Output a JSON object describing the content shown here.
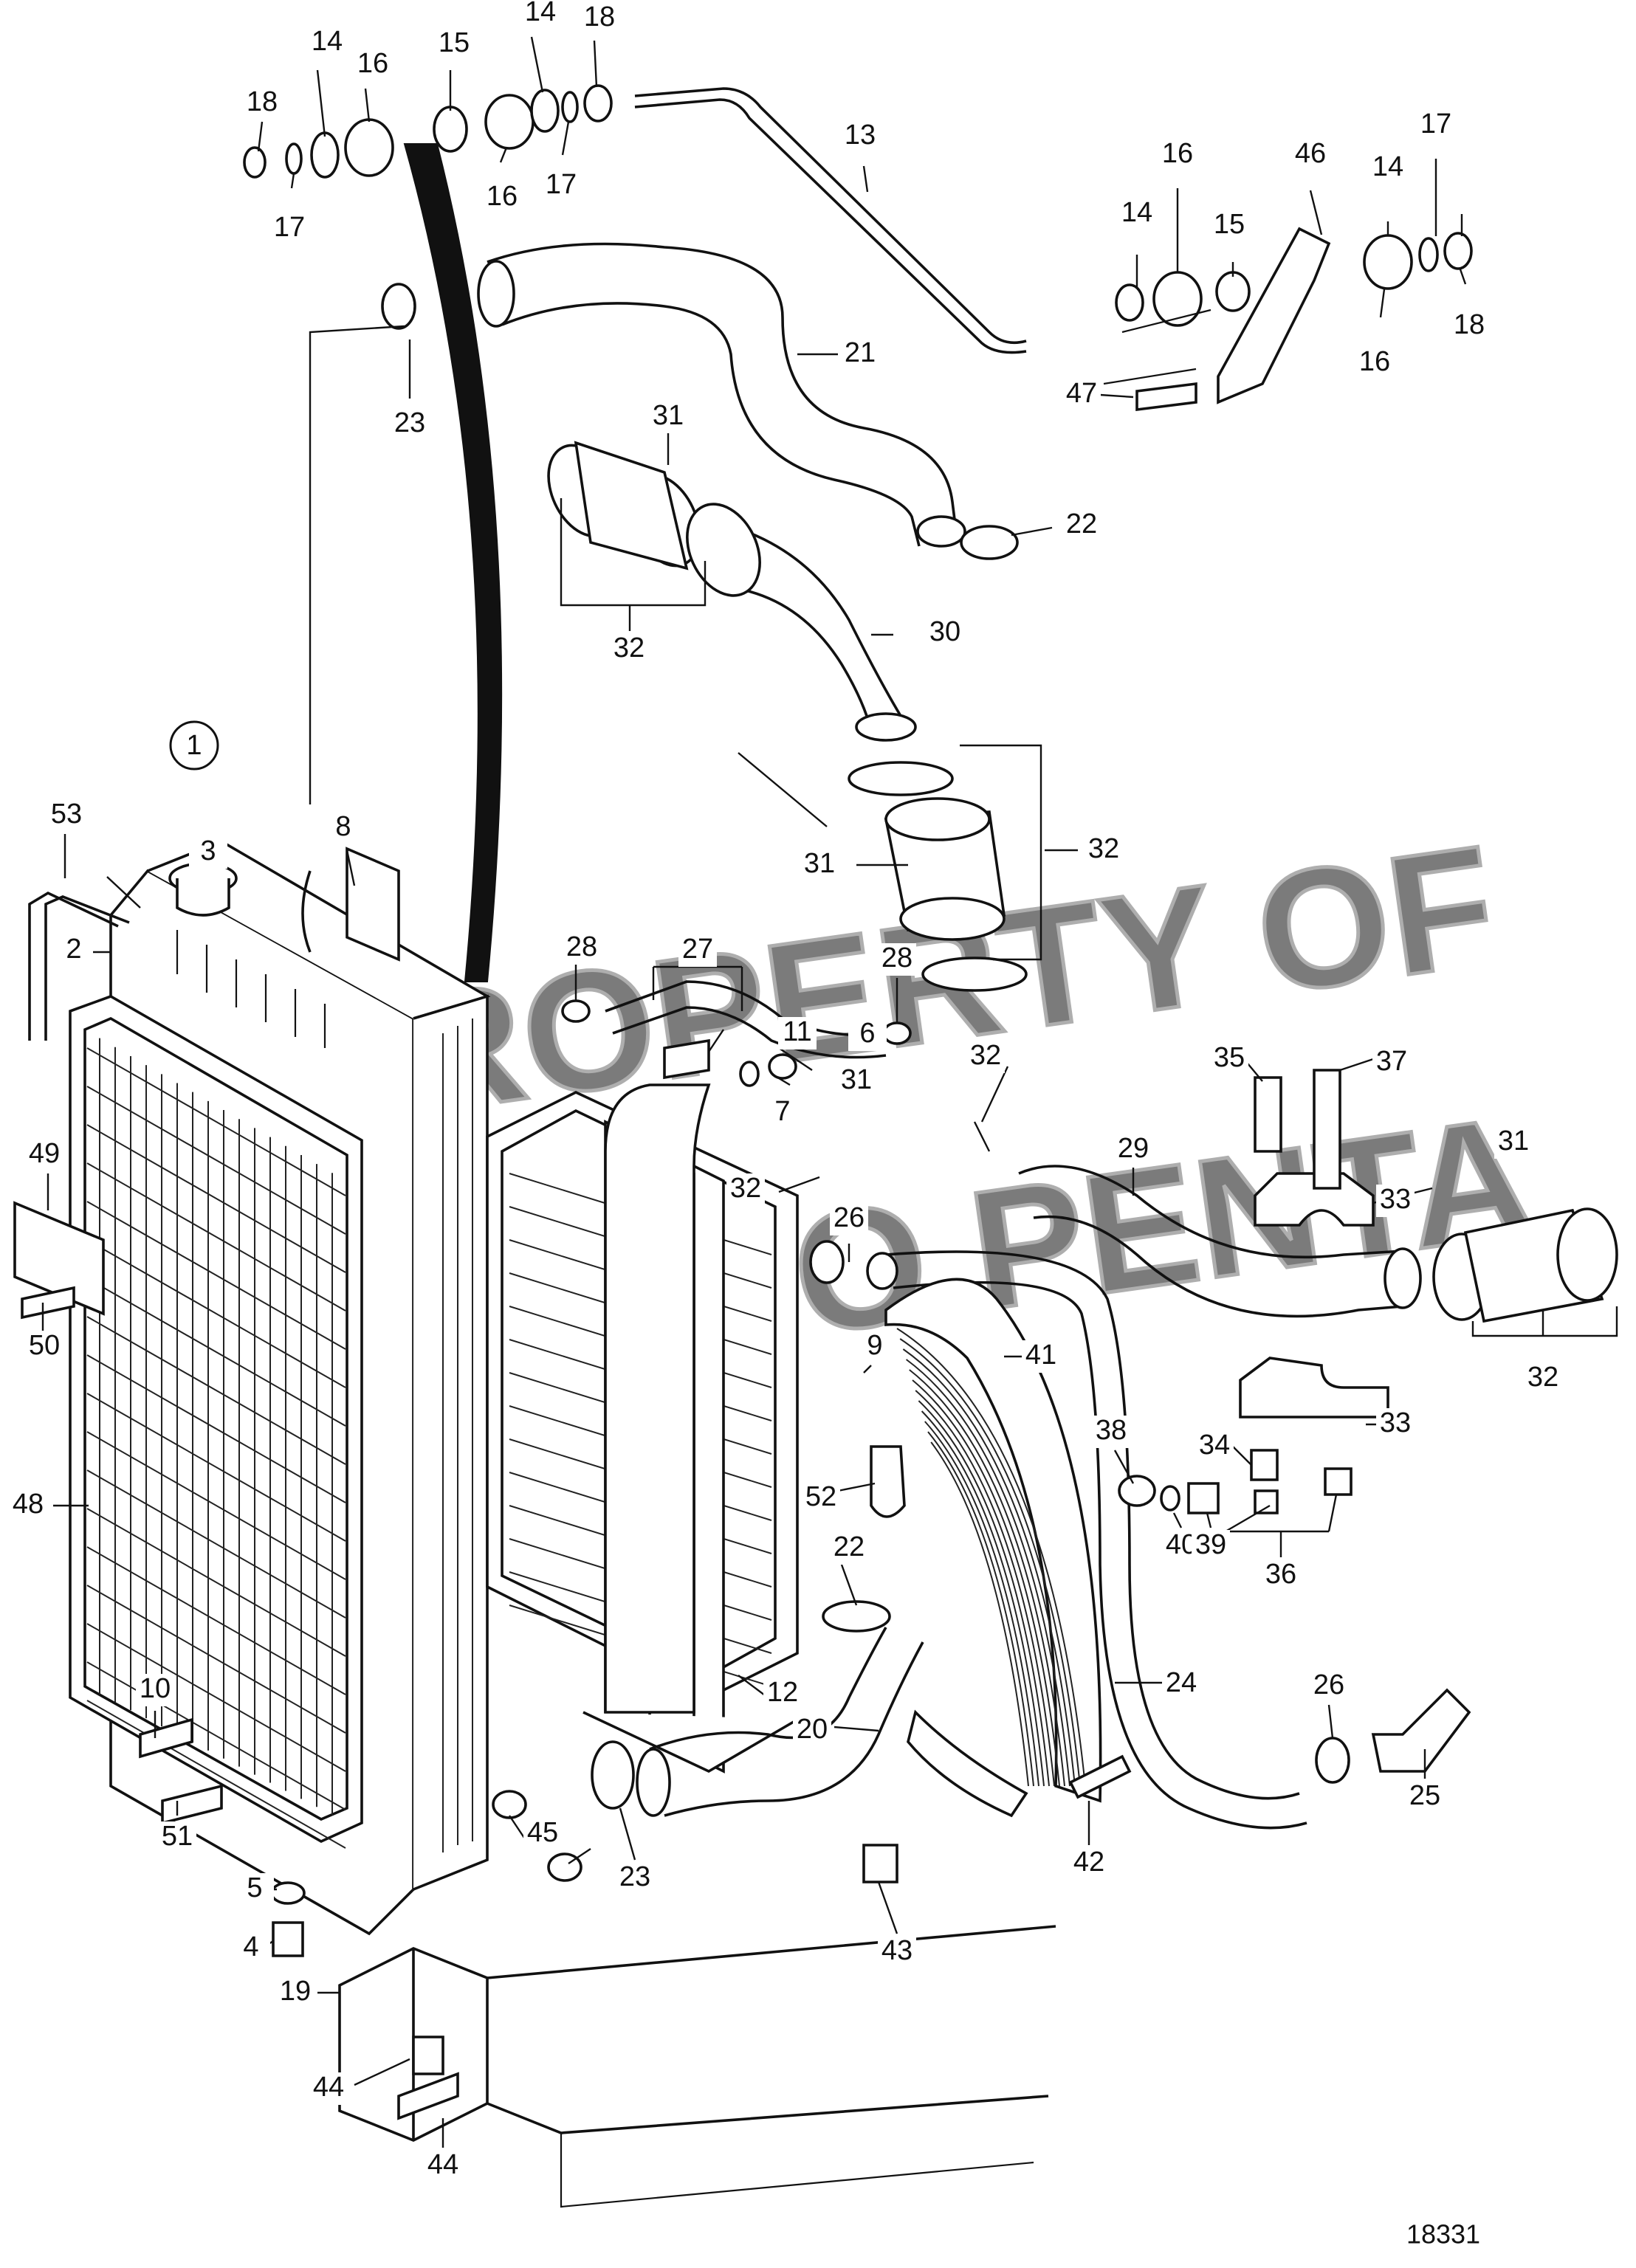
{
  "diagram": {
    "figure_number": "18331",
    "view_marker": "1",
    "watermark_lines": [
      "PROPERTY OF",
      "VOLVO PENTA"
    ]
  },
  "callouts": [
    {
      "id": "c53",
      "text": "53"
    },
    {
      "id": "c3",
      "text": "3"
    },
    {
      "id": "c8",
      "text": "8"
    },
    {
      "id": "c2",
      "text": "2"
    },
    {
      "id": "c49",
      "text": "49"
    },
    {
      "id": "c50",
      "text": "50"
    },
    {
      "id": "c48",
      "text": "48"
    },
    {
      "id": "c10",
      "text": "10"
    },
    {
      "id": "c51",
      "text": "51"
    },
    {
      "id": "c5",
      "text": "5"
    },
    {
      "id": "c4",
      "text": "4"
    },
    {
      "id": "c19",
      "text": "19"
    },
    {
      "id": "c44a",
      "text": "44"
    },
    {
      "id": "c44b",
      "text": "44"
    },
    {
      "id": "c45",
      "text": "45"
    },
    {
      "id": "c23b",
      "text": "23"
    },
    {
      "id": "c20",
      "text": "20"
    },
    {
      "id": "c12",
      "text": "12"
    },
    {
      "id": "c43",
      "text": "43"
    },
    {
      "id": "c42",
      "text": "42"
    },
    {
      "id": "c22b",
      "text": "22"
    },
    {
      "id": "c52",
      "text": "52"
    },
    {
      "id": "c41",
      "text": "41"
    },
    {
      "id": "c9",
      "text": "9"
    },
    {
      "id": "c24",
      "text": "24"
    },
    {
      "id": "c26b",
      "text": "26"
    },
    {
      "id": "c25",
      "text": "25"
    },
    {
      "id": "c38",
      "text": "38"
    },
    {
      "id": "c40",
      "text": "40"
    },
    {
      "id": "c39",
      "text": "39"
    },
    {
      "id": "c34",
      "text": "34"
    },
    {
      "id": "c36",
      "text": "36"
    },
    {
      "id": "c33b",
      "text": "33"
    },
    {
      "id": "c32d",
      "text": "32"
    },
    {
      "id": "c31d",
      "text": "31"
    },
    {
      "id": "c29",
      "text": "29"
    },
    {
      "id": "c33a",
      "text": "33"
    },
    {
      "id": "c35",
      "text": "35"
    },
    {
      "id": "c37",
      "text": "37"
    },
    {
      "id": "c32c",
      "text": "32"
    },
    {
      "id": "c31c",
      "text": "31"
    },
    {
      "id": "c6",
      "text": "6"
    },
    {
      "id": "c7",
      "text": "7"
    },
    {
      "id": "c32e",
      "text": "32"
    },
    {
      "id": "c26a",
      "text": "26"
    },
    {
      "id": "c28a",
      "text": "28"
    },
    {
      "id": "c27",
      "text": "27"
    },
    {
      "id": "c28b",
      "text": "28"
    },
    {
      "id": "c11",
      "text": "11"
    },
    {
      "id": "c31b",
      "text": "31"
    },
    {
      "id": "c32b",
      "text": "32"
    },
    {
      "id": "c30",
      "text": "30"
    },
    {
      "id": "c32a",
      "text": "32"
    },
    {
      "id": "c31a",
      "text": "31"
    },
    {
      "id": "c23a",
      "text": "23"
    },
    {
      "id": "c21",
      "text": "21"
    },
    {
      "id": "c22a",
      "text": "22"
    },
    {
      "id": "c13",
      "text": "13"
    },
    {
      "id": "c47",
      "text": "47"
    },
    {
      "id": "c46",
      "text": "46"
    },
    {
      "id": "c14c",
      "text": "14"
    },
    {
      "id": "c16c",
      "text": "16"
    },
    {
      "id": "c15b",
      "text": "15"
    },
    {
      "id": "c14d",
      "text": "14"
    },
    {
      "id": "c17c",
      "text": "17"
    },
    {
      "id": "c18c",
      "text": "18"
    },
    {
      "id": "c16d",
      "text": "16"
    },
    {
      "id": "c18a",
      "text": "18"
    },
    {
      "id": "c14a",
      "text": "14"
    },
    {
      "id": "c16a",
      "text": "16"
    },
    {
      "id": "c17a",
      "text": "17"
    },
    {
      "id": "c15a",
      "text": "15"
    },
    {
      "id": "c16b",
      "text": "16"
    },
    {
      "id": "c14b",
      "text": "14"
    },
    {
      "id": "c18b",
      "text": "18"
    },
    {
      "id": "c17b",
      "text": "17"
    }
  ]
}
